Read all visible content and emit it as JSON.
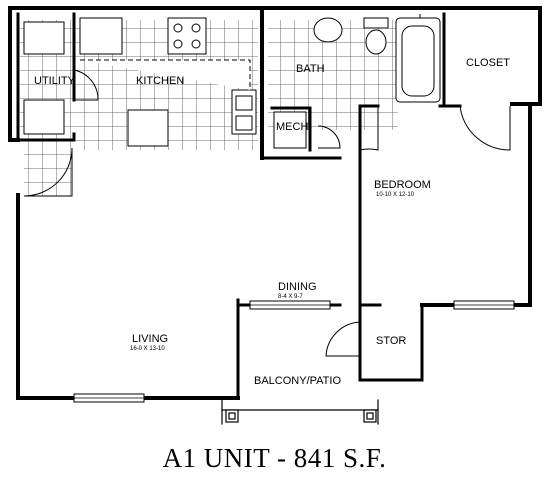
{
  "plan": {
    "title": "A1 UNIT - 841 S.F.",
    "rooms": {
      "utility": {
        "label": "UTILITY"
      },
      "kitchen": {
        "label": "KITCHEN"
      },
      "bath": {
        "label": "BATH"
      },
      "closet": {
        "label": "CLOSET"
      },
      "mech": {
        "label": "MECH"
      },
      "bedroom": {
        "label": "BEDROOM",
        "dims": "10-10 X 12-10"
      },
      "dining": {
        "label": "DINING",
        "dims": "8-4 X 9-7"
      },
      "living": {
        "label": "LIVING",
        "dims": "16-0 X 13-10"
      },
      "stor": {
        "label": "STOR"
      },
      "balcony": {
        "label": "BALCONY/PATIO"
      }
    }
  }
}
